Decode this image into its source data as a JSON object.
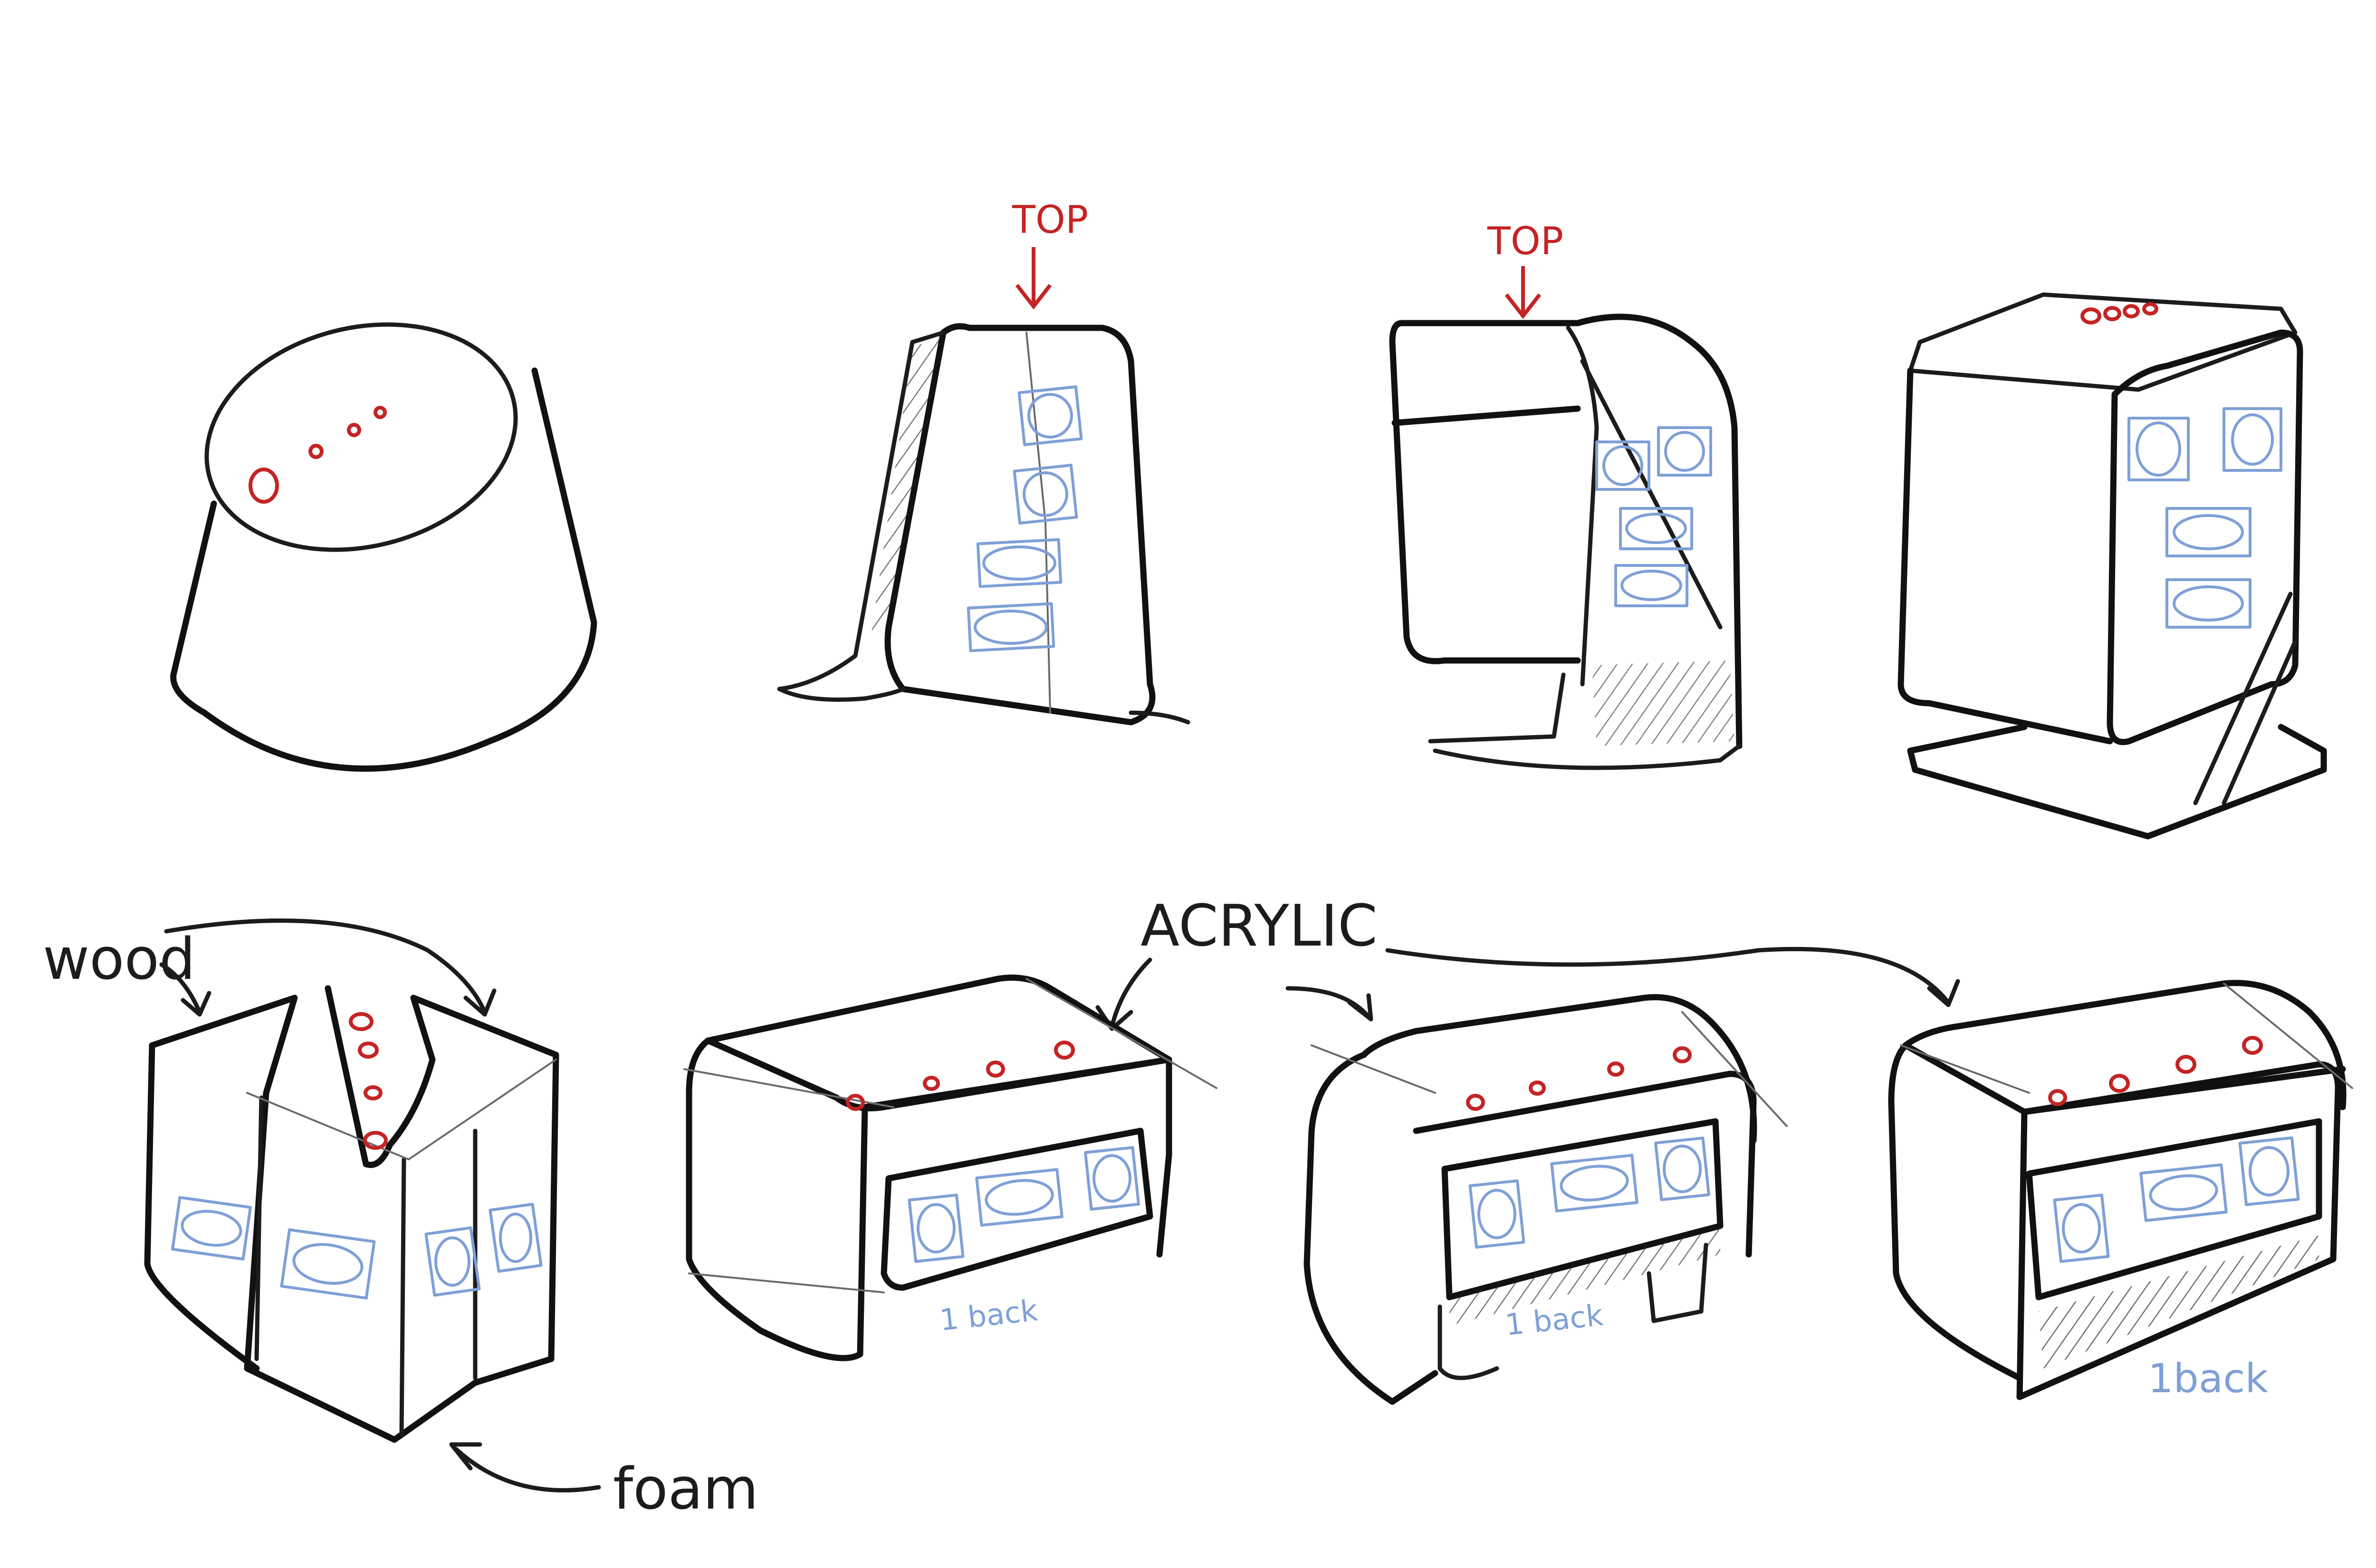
{
  "annotations": {
    "top_label_1": "TOP",
    "top_label_2": "TOP",
    "wood_label": "wood",
    "foam_label": "foam",
    "acrylic_label": "ACRYLIC",
    "back_label_1": "1 back",
    "back_label_2": "1 back",
    "back_label_3": "1back"
  },
  "colors": {
    "ink": "#1c1c1c",
    "buttons_red": "#c42424",
    "drivers_blue": "#7fa0d6",
    "paper": "#ffffff"
  }
}
